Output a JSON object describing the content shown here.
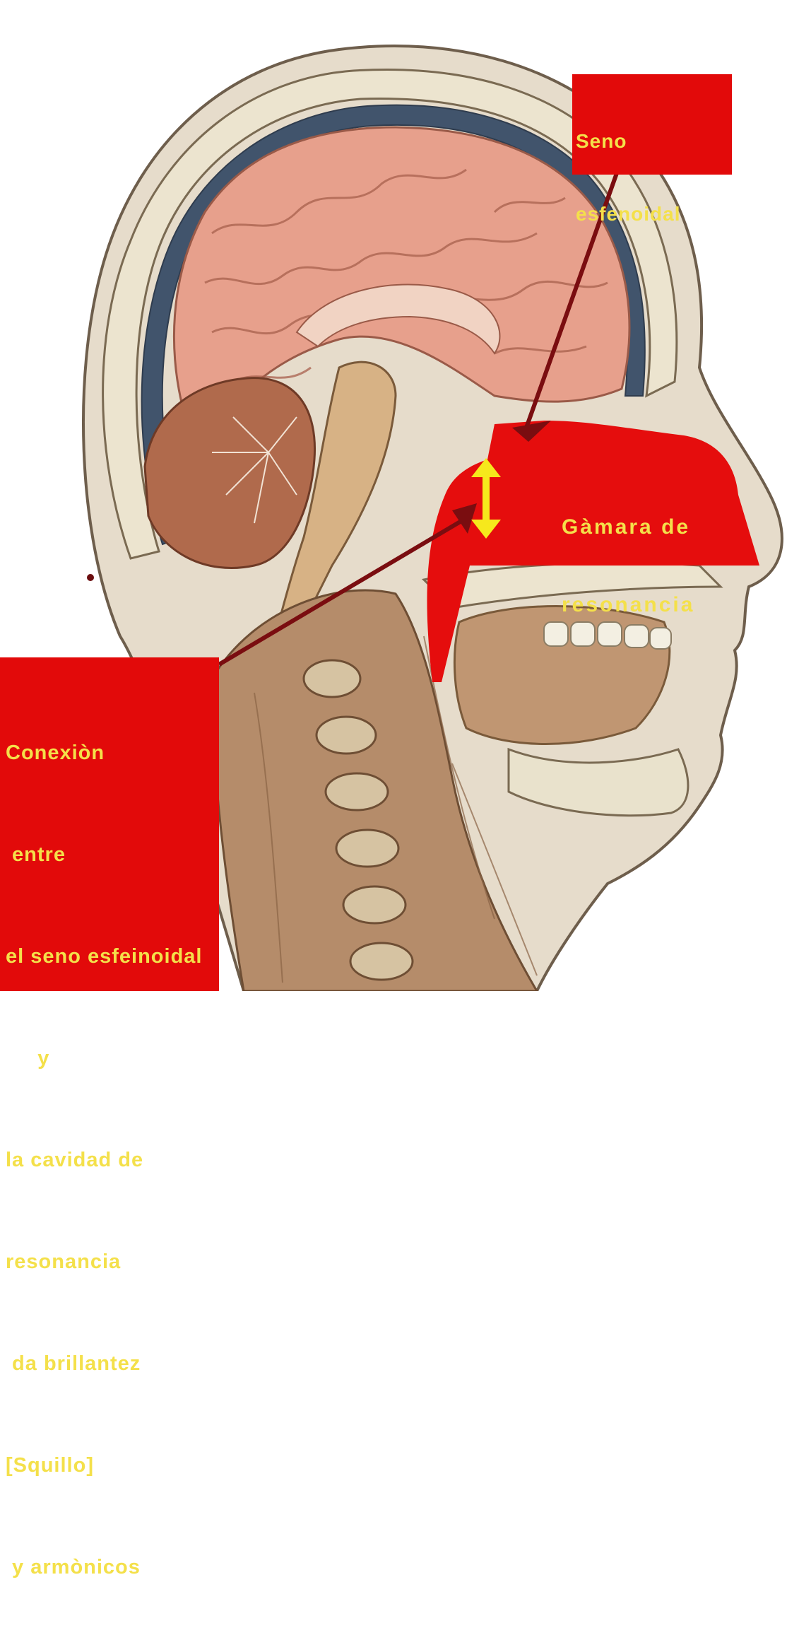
{
  "colors": {
    "label_box": "#e20a0a",
    "label_text": "#f4e04a",
    "arrow": "#7a0d10",
    "highlight": "#e50d0d",
    "double_arrow": "#f6e81c",
    "skin": "#e6dccb",
    "brain": "#e7a08c",
    "bone": "#e9e2cc",
    "muscle": "#b58c6a",
    "meninges": "#41546c"
  },
  "icons": {
    "pointer_1": "arrow-icon",
    "pointer_2": "arrow-icon",
    "resonance_marker": "double-arrow-icon"
  },
  "labels": {
    "seno": {
      "lines": [
        "Seno",
        "esfenoidal"
      ]
    },
    "camara": {
      "lines": [
        "Gàmara de",
        "resonancia"
      ]
    },
    "conexion": {
      "lines": [
        "Conexiòn",
        " entre",
        "el seno esfeinoidal",
        "     y",
        "la cavidad de",
        "resonancia",
        " da brillantez",
        "[Squillo]",
        " y armònicos"
      ]
    }
  }
}
